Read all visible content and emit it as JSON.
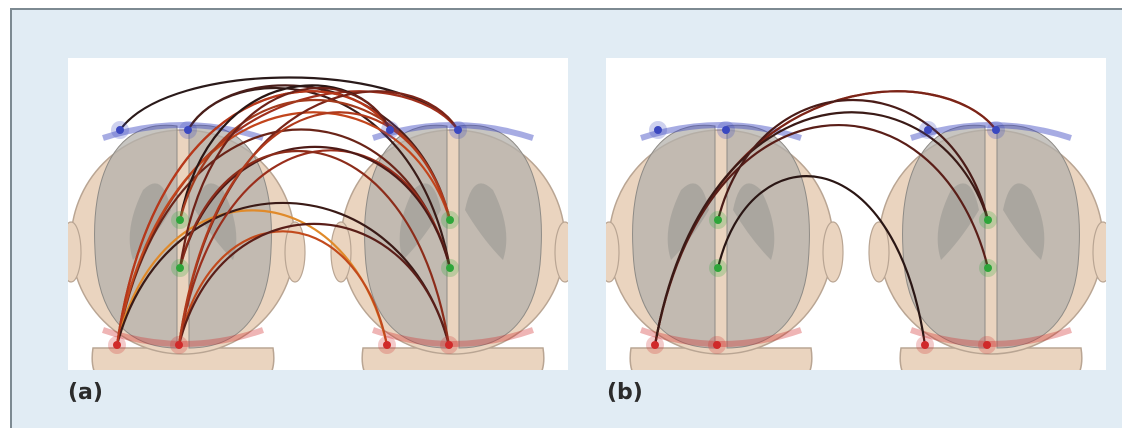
{
  "panels": [
    {
      "label": "(a)",
      "connections": [
        {
          "from": "B1",
          "to": "B4",
          "color": "#2a1a1a"
        },
        {
          "from": "B2",
          "to": "G3",
          "color": "#3a1c18"
        },
        {
          "from": "B2",
          "to": "G4",
          "color": "#4a1e1a"
        },
        {
          "from": "R1",
          "to": "B4",
          "color": "#a0301c"
        },
        {
          "from": "R1",
          "to": "B3",
          "color": "#8a2a1a"
        },
        {
          "from": "R1",
          "to": "G3",
          "color": "#6a2418"
        },
        {
          "from": "R1",
          "to": "G4",
          "color": "#c2451c"
        },
        {
          "from": "R1",
          "to": "R3",
          "color": "#e08a2a"
        },
        {
          "from": "R1",
          "to": "R4",
          "color": "#3a1a16"
        },
        {
          "from": "R1",
          "to": "B3",
          "color": "#b8381a"
        },
        {
          "from": "R2",
          "to": "B4",
          "color": "#7a2418"
        },
        {
          "from": "R2",
          "to": "R3",
          "color": "#c24a1c"
        },
        {
          "from": "R2",
          "to": "R4",
          "color": "#5a1e18"
        },
        {
          "from": "R2",
          "to": "G3",
          "color": "#9a2e1c"
        },
        {
          "from": "G2",
          "to": "B3",
          "color": "#2a1614"
        },
        {
          "from": "G2",
          "to": "G4",
          "color": "#a33a1c"
        },
        {
          "from": "G1",
          "to": "G3",
          "color": "#4e1a16"
        },
        {
          "from": "G1",
          "to": "R4",
          "color": "#8c2c1a"
        },
        {
          "from": "R2",
          "to": "G4",
          "color": "#b03a1c"
        },
        {
          "from": "G1",
          "to": "B3",
          "color": "#6e2218"
        }
      ]
    },
    {
      "label": "(b)",
      "connections": [
        {
          "from": "R1",
          "to": "B4",
          "color": "#b03a1c"
        },
        {
          "from": "R1",
          "to": "B4",
          "color": "#7a2418"
        },
        {
          "from": "R1",
          "to": "G3",
          "color": "#5a1e18"
        },
        {
          "from": "R1",
          "to": "G4",
          "color": "#3a1a16"
        },
        {
          "from": "G1",
          "to": "R3",
          "color": "#2a1614"
        },
        {
          "from": "G2",
          "to": "G4",
          "color": "#4a1c18"
        }
      ]
    }
  ],
  "colors": {
    "figure_background": "#e1ecf4",
    "head_skin": "#ead4bf",
    "head_outline": "#b9a593",
    "brain_fill": "#b4b2ac",
    "frontal_electrode": "#3b48c0",
    "central_electrode": "#2ea63a",
    "occipital_electrode": "#d02a2a"
  }
}
